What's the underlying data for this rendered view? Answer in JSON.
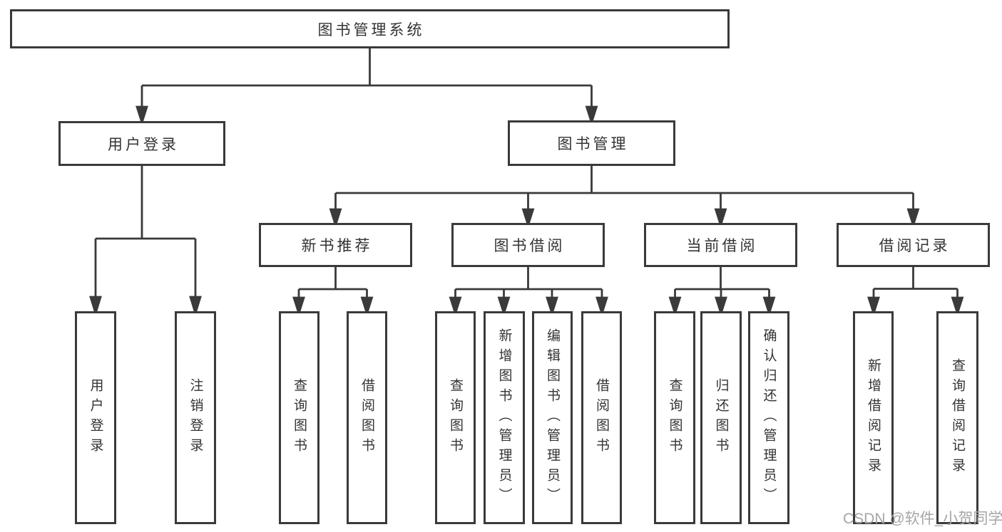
{
  "tree": {
    "label": "图书管理系统",
    "children": [
      {
        "label": "用户登录",
        "children": [
          {
            "label": "用户登录"
          },
          {
            "label": "注销登录"
          }
        ]
      },
      {
        "label": "图书管理",
        "children": [
          {
            "label": "新书推荐",
            "children": [
              {
                "label": "查询图书"
              },
              {
                "label": "借阅图书"
              }
            ]
          },
          {
            "label": "图书借阅",
            "children": [
              {
                "label": "查询图书"
              },
              {
                "label": "新增图书（管理员）"
              },
              {
                "label": "编辑图书（管理员）"
              },
              {
                "label": "借阅图书"
              }
            ]
          },
          {
            "label": "当前借阅",
            "children": [
              {
                "label": "查询图书"
              },
              {
                "label": "归还图书"
              },
              {
                "label": "确认归还（管理员）"
              }
            ]
          },
          {
            "label": "借阅记录",
            "children": [
              {
                "label": "新增借阅记录"
              },
              {
                "label": "查询借阅记录"
              }
            ]
          }
        ]
      }
    ]
  },
  "watermark": "CSDN @软件_小贺同学",
  "colors": {
    "line": "#3a3a3a",
    "box_border": "#3a3a3a",
    "text": "#333333",
    "watermark": "#a6a6a6",
    "background": "#ffffff"
  }
}
